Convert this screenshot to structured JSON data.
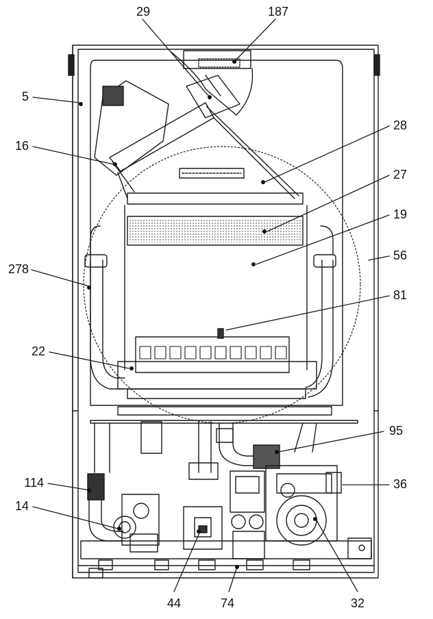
{
  "callouts": {
    "c29": "29",
    "c187": "187",
    "c5": "5",
    "c28": "28",
    "c16": "16",
    "c27": "27",
    "c19": "19",
    "c56": "56",
    "c278": "278",
    "c81": "81",
    "c22": "22",
    "c95": "95",
    "c114": "114",
    "c36": "36",
    "c14": "14",
    "c44": "44",
    "c74": "74",
    "c32": "32"
  }
}
